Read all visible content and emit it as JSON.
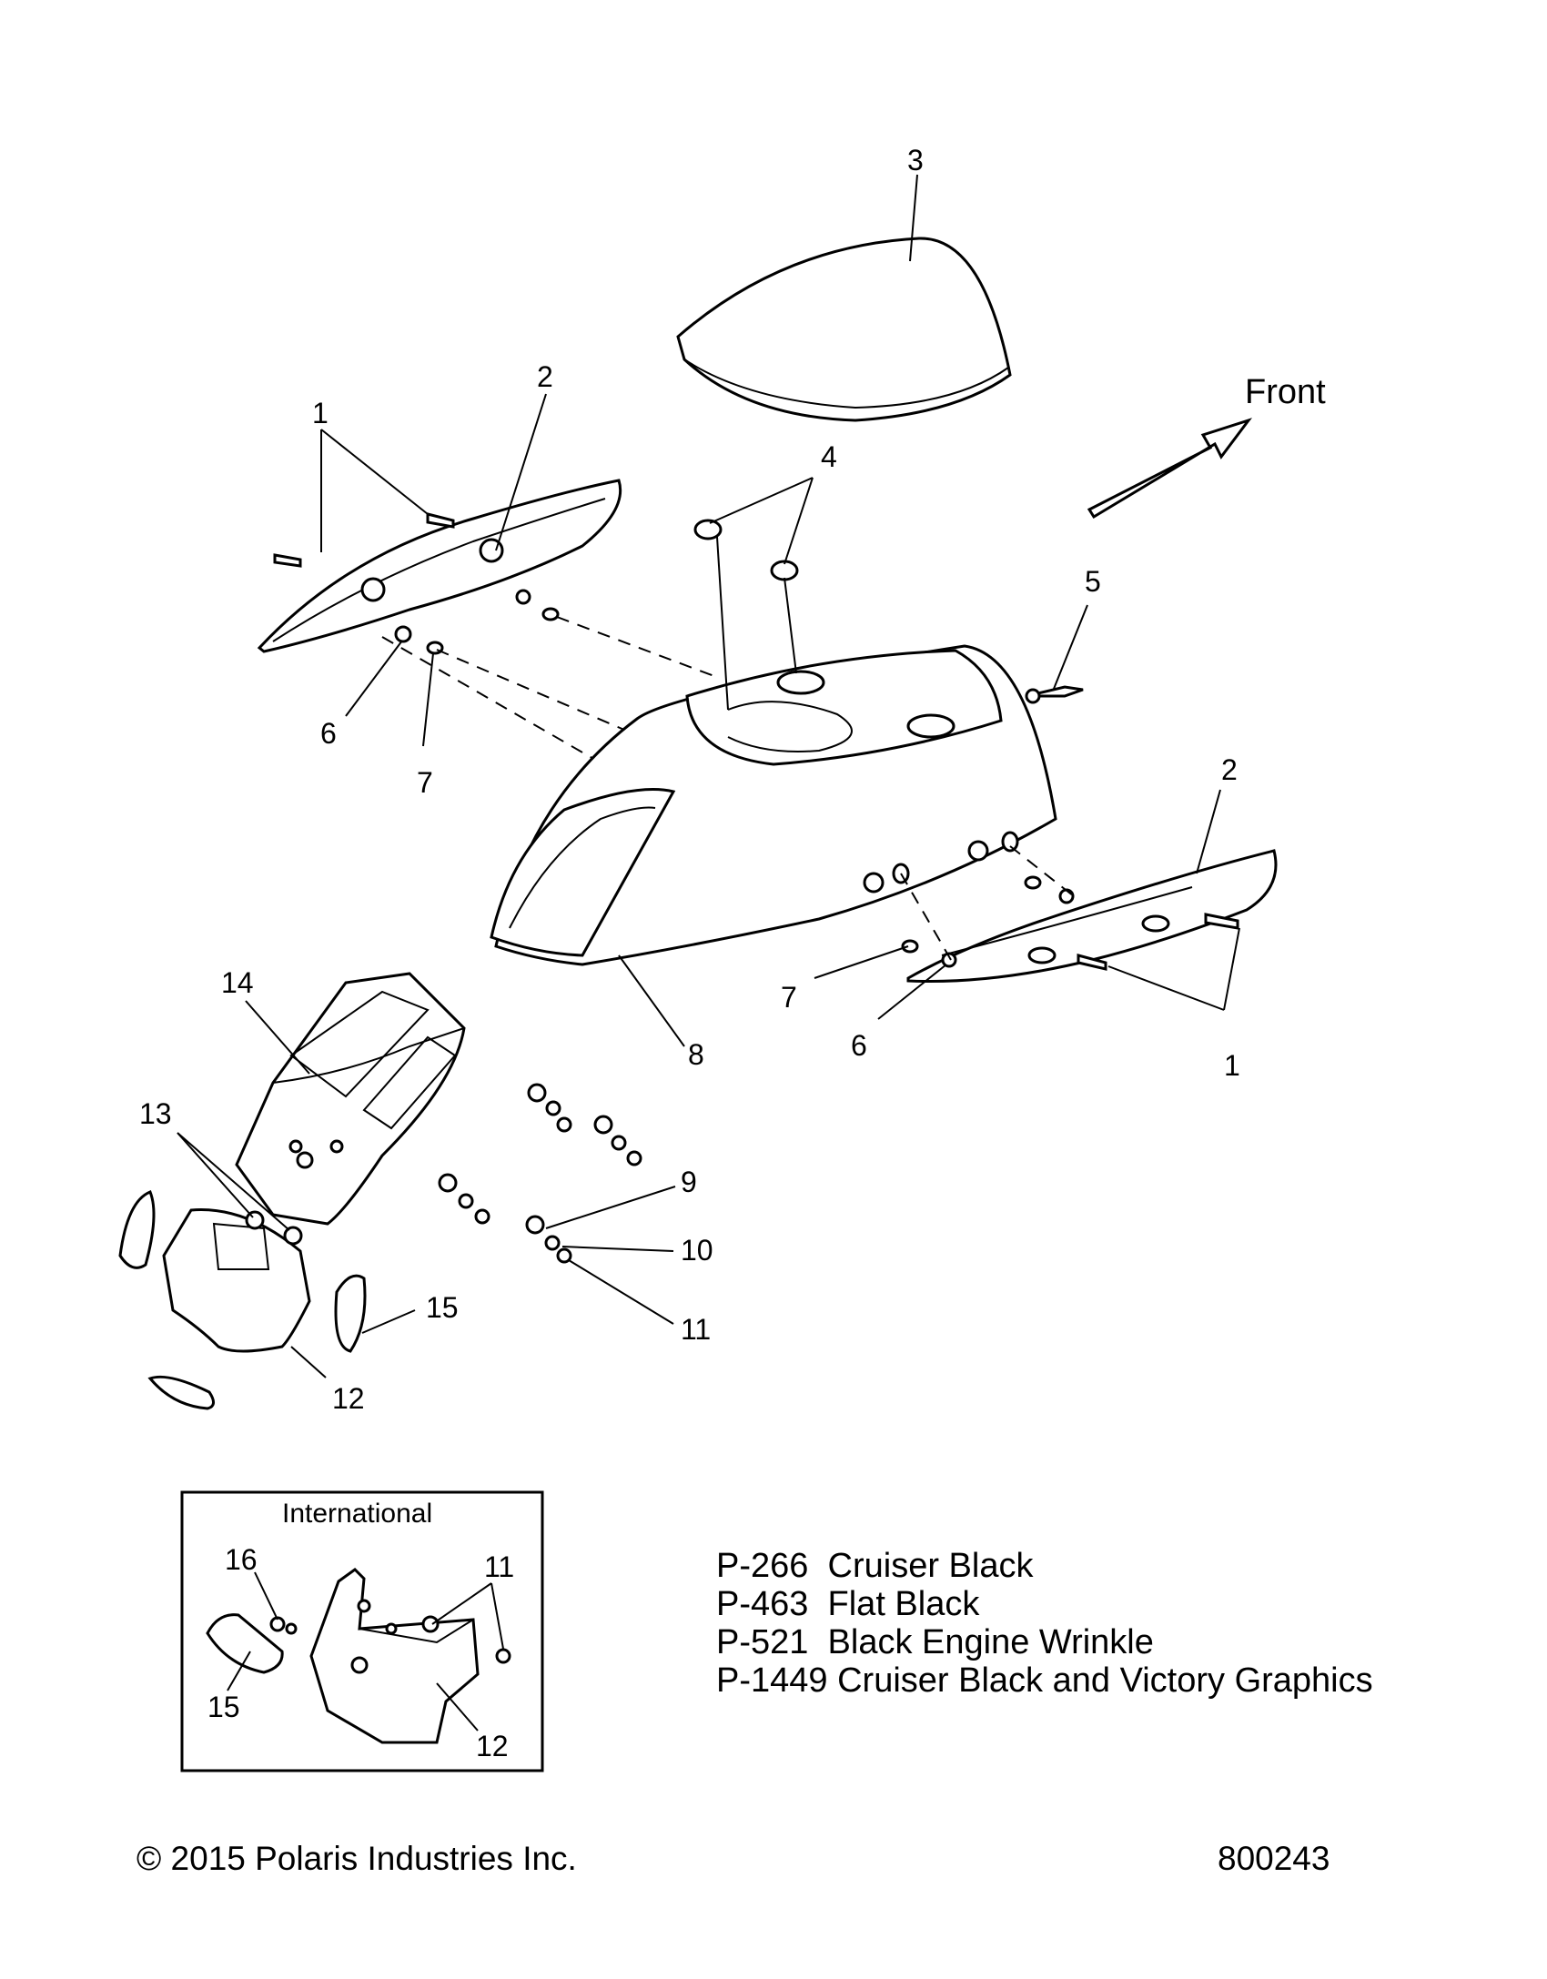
{
  "callouts": {
    "c1a": "1",
    "c1b": "1",
    "c2a": "2",
    "c2b": "2",
    "c3": "3",
    "c4": "4",
    "c5": "5",
    "c6a": "6",
    "c6b": "6",
    "c7a": "7",
    "c7b": "7",
    "c8": "8",
    "c9": "9",
    "c10": "10",
    "c11": "11",
    "c12": "12",
    "c13": "13",
    "c14": "14",
    "c15": "15"
  },
  "front_label": "Front",
  "inset": {
    "title": "International",
    "c16": "16",
    "c11": "11",
    "c15": "15",
    "c12": "12"
  },
  "legend": [
    {
      "code": "P-266",
      "desc": "Cruiser Black"
    },
    {
      "code": "P-463",
      "desc": "Flat Black"
    },
    {
      "code": "P-521",
      "desc": "Black Engine Wrinkle"
    },
    {
      "code": "P-1449",
      "desc": "Cruiser Black and Victory Graphics"
    }
  ],
  "footer": {
    "copyright": "© 2015 Polaris Industries Inc.",
    "diagram_number": "800243"
  }
}
